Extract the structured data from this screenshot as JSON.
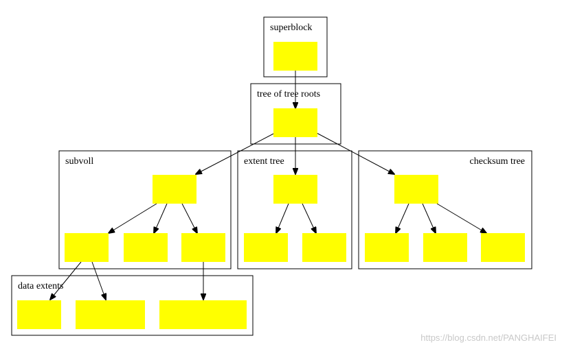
{
  "clusters": {
    "superblock": "superblock",
    "tree_of_tree_roots": "tree of tree roots",
    "subvoll": "subvoll",
    "extent_tree": "extent tree",
    "checksum_tree": "checksum tree",
    "data_extents": "data extents"
  },
  "watermark": "https://blog.csdn.net/PANGHAIFEI",
  "colors": {
    "node_fill": "#ffff00",
    "border": "#000000",
    "watermark": "#c8c8c8"
  }
}
